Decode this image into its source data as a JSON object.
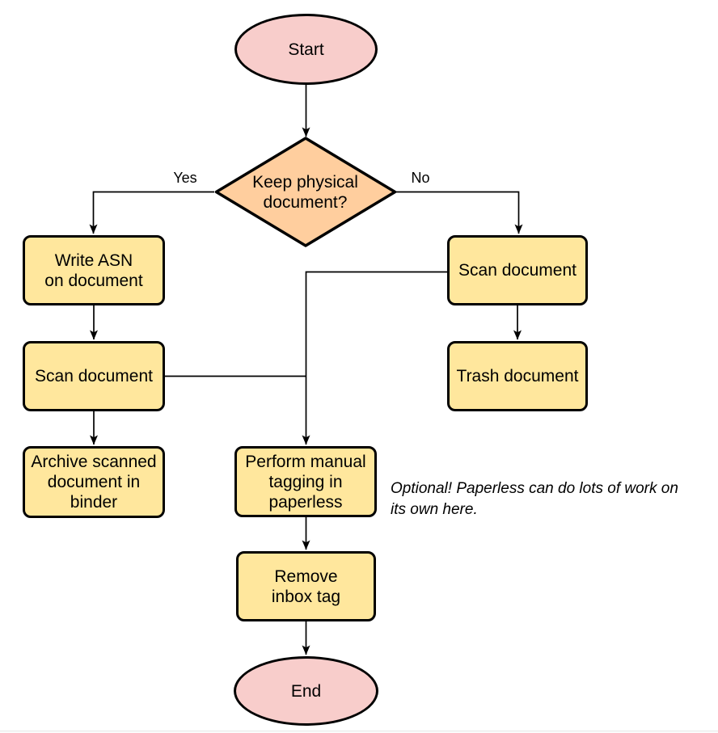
{
  "diagram": {
    "nodes": {
      "start": {
        "label": "Start",
        "type": "terminal"
      },
      "decision": {
        "label": "Keep physical\ndocument?",
        "type": "decision"
      },
      "write_asn": {
        "label": "Write ASN\non document",
        "type": "process"
      },
      "scan_left": {
        "label": "Scan document",
        "type": "process"
      },
      "archive": {
        "label": "Archive scanned\ndocument in\nbinder",
        "type": "process"
      },
      "scan_right": {
        "label": "Scan document",
        "type": "process"
      },
      "trash": {
        "label": "Trash document",
        "type": "process"
      },
      "tagging": {
        "label": "Perform manual\ntagging in\npaperless",
        "type": "process"
      },
      "remove_inbox": {
        "label": "Remove\ninbox tag",
        "type": "process"
      },
      "end": {
        "label": "End",
        "type": "terminal"
      }
    },
    "edge_labels": {
      "yes": "Yes",
      "no": "No"
    },
    "note": "Optional! Paperless can do lots of work on\nits own here.",
    "colors": {
      "terminal_fill": "#F8CDCB",
      "decision_fill": "#FFCE9E",
      "process_fill": "#FFE79D",
      "shape_border": "#000000",
      "connector": "#000000",
      "background": "#FFFFFF"
    }
  }
}
